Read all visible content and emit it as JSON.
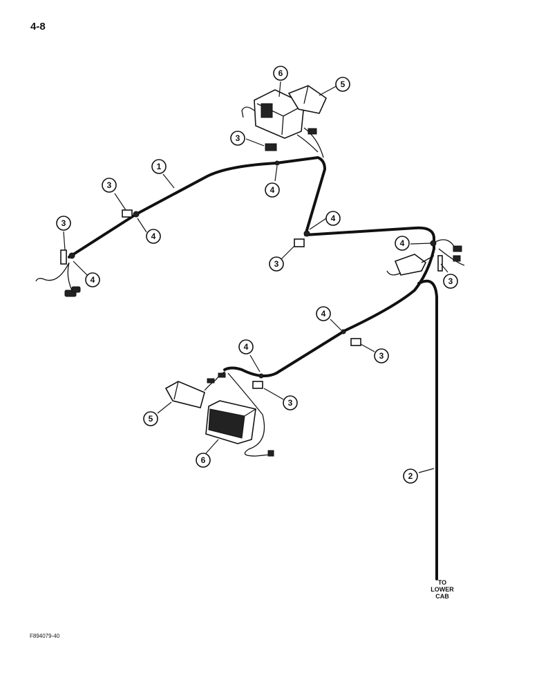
{
  "page_number": "4-8",
  "figure_code": "F894079-40",
  "cab_note": [
    "TO",
    "LOWER",
    "CAB"
  ],
  "callouts": [
    {
      "id": "c6a",
      "label": "6"
    },
    {
      "id": "c5a",
      "label": "5"
    },
    {
      "id": "c3a",
      "label": "3"
    },
    {
      "id": "c1",
      "label": "1"
    },
    {
      "id": "c3b",
      "label": "3"
    },
    {
      "id": "c4a",
      "label": "4"
    },
    {
      "id": "c4b",
      "label": "4"
    },
    {
      "id": "c4c",
      "label": "4"
    },
    {
      "id": "c3c",
      "label": "3"
    },
    {
      "id": "c4d",
      "label": "4"
    },
    {
      "id": "c3d",
      "label": "3"
    },
    {
      "id": "c4e",
      "label": "4"
    },
    {
      "id": "c3e",
      "label": "3"
    },
    {
      "id": "c4f",
      "label": "4"
    },
    {
      "id": "c3f",
      "label": "3"
    },
    {
      "id": "c4g",
      "label": "4"
    },
    {
      "id": "c3g",
      "label": "3"
    },
    {
      "id": "c5b",
      "label": "5"
    },
    {
      "id": "c6b",
      "label": "6"
    },
    {
      "id": "c2",
      "label": "2"
    }
  ]
}
